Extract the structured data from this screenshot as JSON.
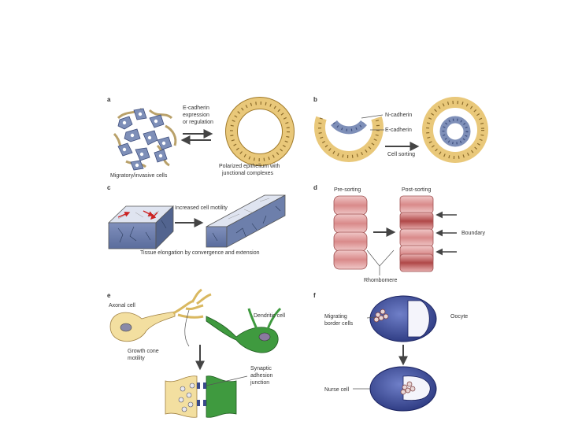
{
  "panels": {
    "a": {
      "letter": "a",
      "ecad_line1": "E-cadherin",
      "ecad_line2": "expression",
      "ecad_line3": "or regulation",
      "migratory": "Migratory/invasive cells",
      "polar_line1": "Polarized epithelium with",
      "polar_line2": "junctional complexes"
    },
    "b": {
      "letter": "b",
      "ncad": "N-cadherin",
      "ecad": "E-cadherin",
      "sorting": "Cell sorting"
    },
    "c": {
      "letter": "c",
      "motility": "Increased cell motility",
      "elongation": "Tissue elongation by convergence and extension"
    },
    "d": {
      "letter": "d",
      "pre": "Pre-sorting",
      "post": "Post-sorting",
      "boundary": "Boundary",
      "rhombomere": "Rhombomere"
    },
    "e": {
      "letter": "e",
      "axonal": "Axonal cell",
      "dendritic": "Dendritic cell",
      "growth_line1": "Growth cone",
      "growth_line2": "motility",
      "syn_line1": "Synaptic",
      "syn_line2": "adhesion",
      "syn_line3": "junction"
    },
    "f": {
      "letter": "f",
      "migr_line1": "Migrating",
      "migr_line2": "border cells",
      "oocyte": "Oocyte",
      "nurse": "Nurse cell"
    }
  },
  "colors": {
    "epithelium": "#e9c87a",
    "epithelium_edge": "#a07a2a",
    "mesenchymal": "#7e8fb8",
    "tissue_top": "#dfe4f0",
    "tissue_side": "#6d7fab",
    "rhombomere": "#d98a8a",
    "boundary_band": "#b04848",
    "axonal": "#f3dfa0",
    "dendritic": "#3f9a3f",
    "oocyte": "#3a4a9a",
    "arrow": "#444444",
    "motility_arrow": "#cc2222"
  }
}
